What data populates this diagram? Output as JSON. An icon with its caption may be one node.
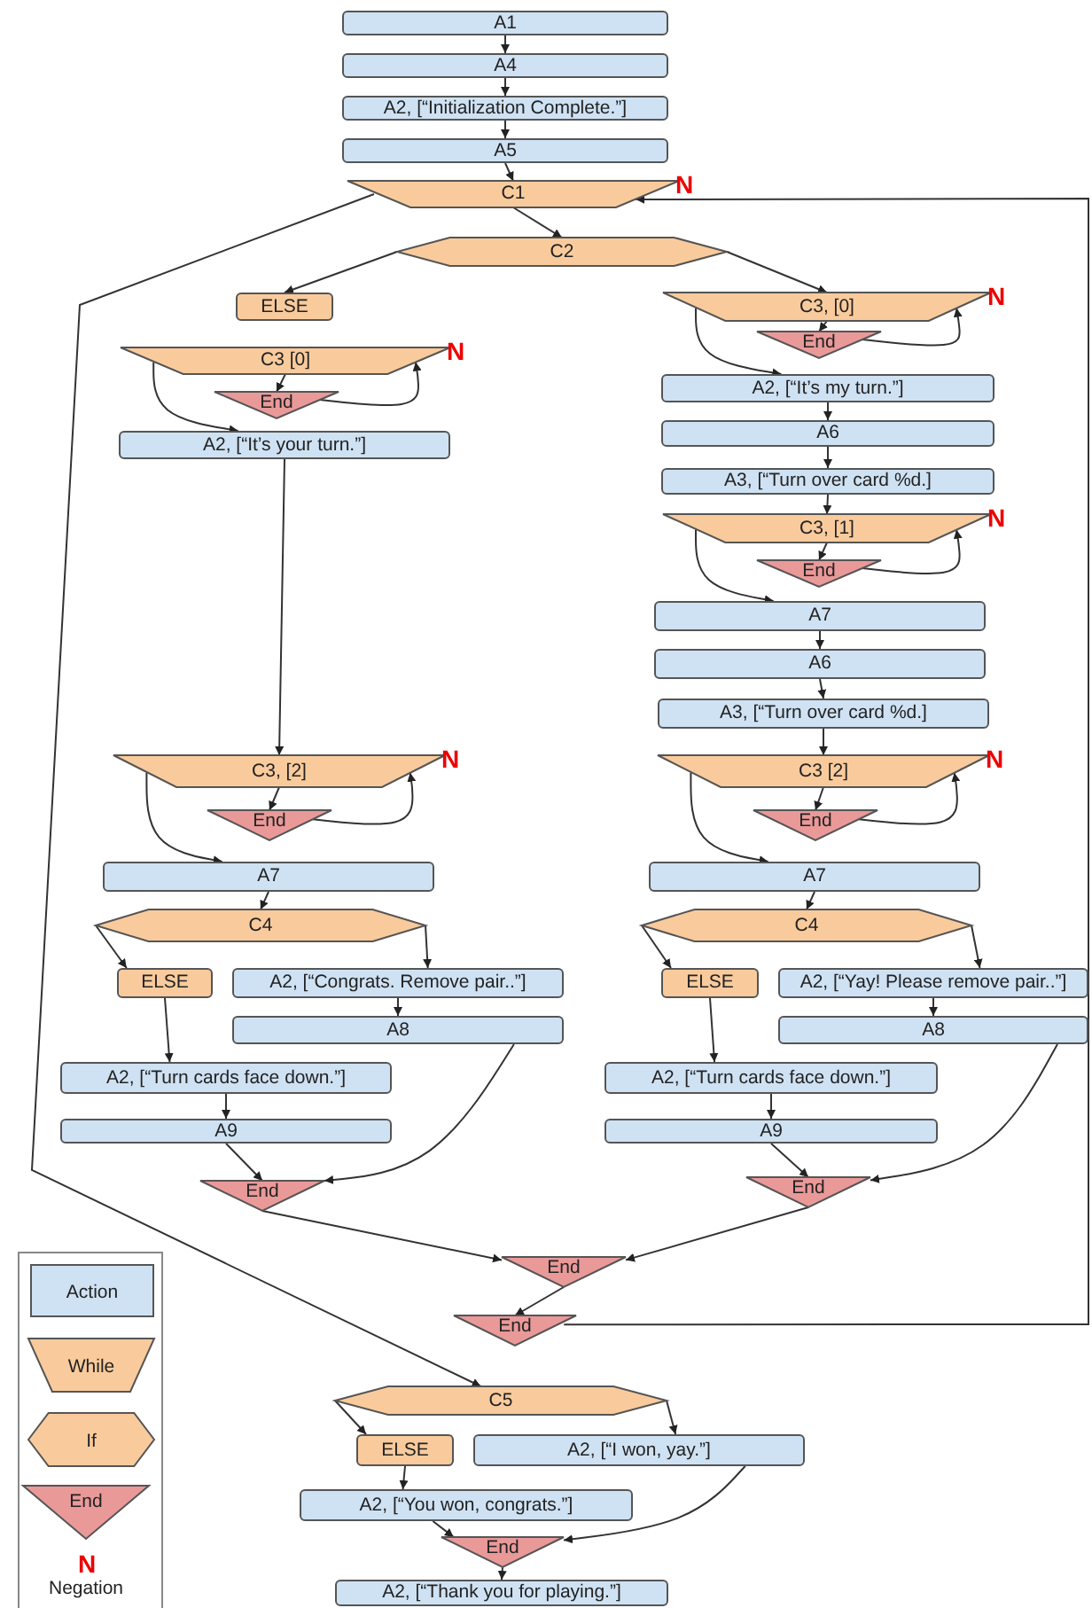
{
  "diagram": {
    "nodes": [
      {
        "text": [
          "A1"
        ]
      },
      {
        "text": [
          "A4"
        ]
      },
      {
        "text": [
          "A2, [“Initialization Complete.”]"
        ]
      },
      {
        "text": [
          "A5"
        ]
      },
      {
        "text": [
          "C1"
        ],
        "beside": [
          "N"
        ]
      },
      {
        "text": [
          "C2"
        ]
      },
      {
        "text": [
          "ELSE"
        ]
      },
      {
        "text": [
          "C3,  [0]"
        ],
        "beside": [
          "N"
        ]
      },
      {
        "text": [
          "End"
        ]
      },
      {
        "text": [
          "A2, [“It’s my turn.”]"
        ]
      },
      {
        "text": [
          "A6"
        ]
      },
      {
        "text": [
          "A3, [“Turn over card %d.]"
        ]
      },
      {
        "text": [
          "C3,  [1]"
        ],
        "beside": [
          "N"
        ]
      },
      {
        "text": [
          "End"
        ]
      },
      {
        "text": [
          "A7"
        ]
      },
      {
        "text": [
          "A6"
        ]
      },
      {
        "text": [
          "A3, [“Turn over card %d.]"
        ]
      },
      {
        "text": [
          "C3  [2]"
        ],
        "beside": [
          "N"
        ]
      },
      {
        "text": [
          "End"
        ]
      },
      {
        "text": [
          "A7"
        ]
      },
      {
        "text": [
          "C4"
        ]
      },
      {
        "text": [
          "ELSE"
        ]
      },
      {
        "text": [
          "A2, [“Yay! Please remove pair..”]"
        ]
      },
      {
        "text": [
          "A8"
        ]
      },
      {
        "text": [
          "A2, [“Turn cards face down.”]"
        ]
      },
      {
        "text": [
          "A9"
        ]
      },
      {
        "text": [
          "End"
        ]
      },
      {
        "text": [
          "C3  [0]"
        ],
        "beside": [
          "N"
        ]
      },
      {
        "text": [
          "End"
        ]
      },
      {
        "text": [
          "A2, [“It’s your turn.”]"
        ]
      },
      {
        "text": [
          "C3,  [2]"
        ],
        "beside": [
          "N"
        ]
      },
      {
        "text": [
          "End"
        ]
      },
      {
        "text": [
          "A7"
        ]
      },
      {
        "text": [
          "C4"
        ]
      },
      {
        "text": [
          "ELSE"
        ]
      },
      {
        "text": [
          "A2, [“Congrats. Remove pair..”]"
        ]
      },
      {
        "text": [
          "A8"
        ]
      },
      {
        "text": [
          "A2, [“Turn cards face down.”]"
        ]
      },
      {
        "text": [
          "A9"
        ]
      },
      {
        "text": [
          "End"
        ]
      },
      {
        "text": [
          "End"
        ]
      },
      {
        "text": [
          "End"
        ]
      },
      {
        "text": [
          "C5"
        ]
      },
      {
        "text": [
          "ELSE"
        ]
      },
      {
        "text": [
          "A2, [“I won, yay.”]"
        ]
      },
      {
        "text": [
          "A2, [“You won, congrats.”]"
        ]
      },
      {
        "text": [
          "End"
        ]
      },
      {
        "text": [
          "A2, [“Thank you for playing.”]"
        ]
      }
    ],
    "edges": [
      {
        "from": 0,
        "to": 1,
        "arrow": "to"
      },
      {
        "from": 1,
        "to": 2,
        "arrow": "to"
      },
      {
        "from": 2,
        "to": 3,
        "arrow": "to"
      },
      {
        "from": 3,
        "to": 4,
        "arrow": "to"
      },
      {
        "from": 4,
        "to": 5,
        "arrow": "to"
      },
      {
        "from": 4,
        "to": 42,
        "arrow": "to"
      },
      {
        "from": 5,
        "to": 6,
        "arrow": "to"
      },
      {
        "from": 5,
        "to": 7,
        "arrow": "to"
      },
      {
        "from": 7,
        "to": 8,
        "arrow": "to"
      },
      {
        "from": 8,
        "to": 7,
        "arrow": "to"
      },
      {
        "from": 7,
        "to": 9,
        "arrow": "to"
      },
      {
        "from": 9,
        "to": 10,
        "arrow": "to"
      },
      {
        "from": 10,
        "to": 11,
        "arrow": "to"
      },
      {
        "from": 11,
        "to": 12,
        "arrow": "to"
      },
      {
        "from": 12,
        "to": 13,
        "arrow": "to"
      },
      {
        "from": 13,
        "to": 12,
        "arrow": "to"
      },
      {
        "from": 12,
        "to": 14,
        "arrow": "to"
      },
      {
        "from": 14,
        "to": 15,
        "arrow": "to"
      },
      {
        "from": 15,
        "to": 16,
        "arrow": "to"
      },
      {
        "from": 16,
        "to": 17,
        "arrow": "to"
      },
      {
        "from": 17,
        "to": 18,
        "arrow": "to"
      },
      {
        "from": 18,
        "to": 17,
        "arrow": "to"
      },
      {
        "from": 17,
        "to": 19,
        "arrow": "to"
      },
      {
        "from": 19,
        "to": 20,
        "arrow": "to"
      },
      {
        "from": 20,
        "to": 21,
        "arrow": "to"
      },
      {
        "from": 20,
        "to": 22,
        "arrow": "to"
      },
      {
        "from": 22,
        "to": 23,
        "arrow": "to"
      },
      {
        "from": 21,
        "to": 24,
        "arrow": "to"
      },
      {
        "from": 24,
        "to": 25,
        "arrow": "to"
      },
      {
        "from": 25,
        "to": 26,
        "arrow": "to"
      },
      {
        "from": 23,
        "to": 26,
        "arrow": "to"
      },
      {
        "from": 26,
        "to": 40,
        "arrow": "to"
      },
      {
        "from": 27,
        "to": 28,
        "arrow": "to"
      },
      {
        "from": 28,
        "to": 27,
        "arrow": "to"
      },
      {
        "from": 27,
        "to": 29,
        "arrow": "to"
      },
      {
        "from": 29,
        "to": 30,
        "arrow": "to"
      },
      {
        "from": 30,
        "to": 31,
        "arrow": "to"
      },
      {
        "from": 31,
        "to": 30,
        "arrow": "to"
      },
      {
        "from": 30,
        "to": 32,
        "arrow": "to"
      },
      {
        "from": 32,
        "to": 33,
        "arrow": "to"
      },
      {
        "from": 33,
        "to": 34,
        "arrow": "to"
      },
      {
        "from": 33,
        "to": 35,
        "arrow": "to"
      },
      {
        "from": 35,
        "to": 36,
        "arrow": "to"
      },
      {
        "from": 34,
        "to": 37,
        "arrow": "to"
      },
      {
        "from": 37,
        "to": 38,
        "arrow": "to"
      },
      {
        "from": 38,
        "to": 39,
        "arrow": "to"
      },
      {
        "from": 36,
        "to": 39,
        "arrow": "to"
      },
      {
        "from": 39,
        "to": 40,
        "arrow": "to"
      },
      {
        "from": 40,
        "to": 41,
        "arrow": "to"
      },
      {
        "from": 41,
        "to": 4,
        "arrow": "to"
      },
      {
        "from": 42,
        "to": 43,
        "arrow": "to"
      },
      {
        "from": 42,
        "to": 44,
        "arrow": "to"
      },
      {
        "from": 43,
        "to": 45,
        "arrow": "to"
      },
      {
        "from": 45,
        "to": 46,
        "arrow": "to"
      },
      {
        "from": 44,
        "to": 46,
        "arrow": "to"
      },
      {
        "from": 46,
        "to": 47,
        "arrow": "to"
      }
    ],
    "labels": [
      "N"
    ],
    "legend": [
      {
        "text": "Action",
        "color": "#cfe2f3"
      },
      {
        "text": "While",
        "color": "#f9cb9c"
      },
      {
        "text": "If",
        "color": "#f9cb9c"
      },
      {
        "text": "End",
        "color": "#ea9999"
      },
      {
        "text": "Negation"
      }
    ]
  }
}
